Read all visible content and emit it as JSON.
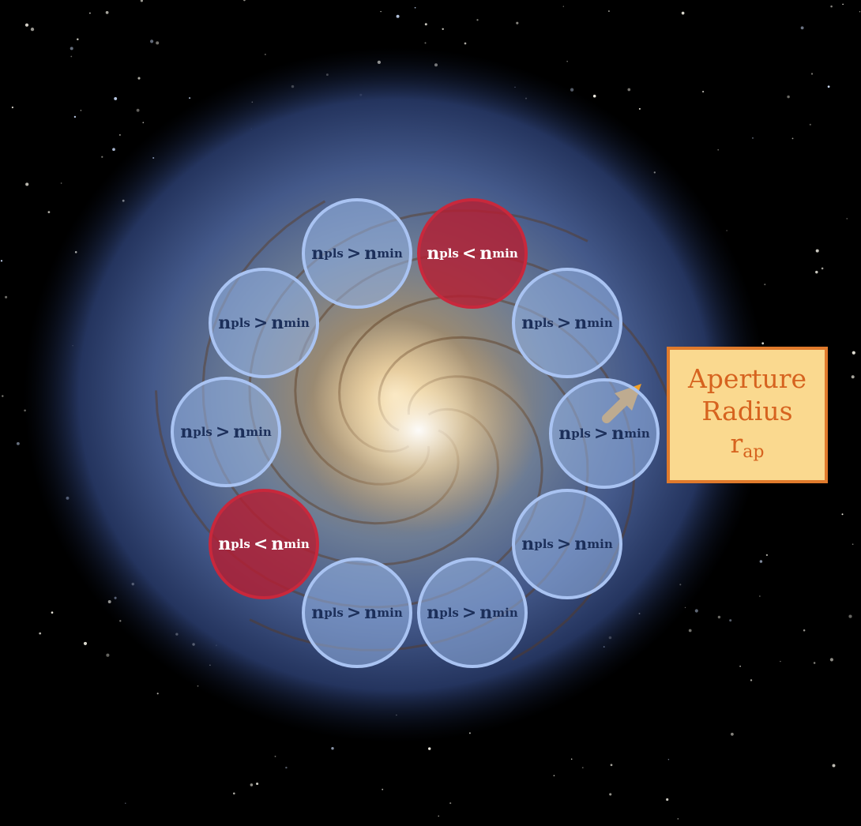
{
  "apertures": [
    {
      "id": "top-left",
      "var": "n",
      "sub": "pls",
      "op": ">",
      "ref": "n",
      "ref_sub": "min",
      "status": "pass"
    },
    {
      "id": "top-right",
      "var": "n",
      "sub": "pls",
      "op": "<",
      "ref": "n",
      "ref_sub": "min",
      "status": "fail"
    },
    {
      "id": "upper-left",
      "var": "n",
      "sub": "pls",
      "op": ">",
      "ref": "n",
      "ref_sub": "min",
      "status": "pass"
    },
    {
      "id": "upper-right",
      "var": "n",
      "sub": "pls",
      "op": ">",
      "ref": "n",
      "ref_sub": "min",
      "status": "pass"
    },
    {
      "id": "left",
      "var": "n",
      "sub": "pls",
      "op": ">",
      "ref": "n",
      "ref_sub": "min",
      "status": "pass"
    },
    {
      "id": "right",
      "var": "n",
      "sub": "pls",
      "op": ">",
      "ref": "n",
      "ref_sub": "min",
      "status": "pass"
    },
    {
      "id": "lower-left",
      "var": "n",
      "sub": "pls",
      "op": "<",
      "ref": "n",
      "ref_sub": "min",
      "status": "fail"
    },
    {
      "id": "lower-right",
      "var": "n",
      "sub": "pls",
      "op": ">",
      "ref": "n",
      "ref_sub": "min",
      "status": "pass"
    },
    {
      "id": "bottom-left",
      "var": "n",
      "sub": "pls",
      "op": ">",
      "ref": "n",
      "ref_sub": "min",
      "status": "pass"
    },
    {
      "id": "bottom-right",
      "var": "n",
      "sub": "pls",
      "op": ">",
      "ref": "n",
      "ref_sub": "min",
      "status": "pass"
    }
  ],
  "radius_label": {
    "line1": "Aperture",
    "line2": "Radius",
    "symbol": "r",
    "symbol_sub": "ap"
  },
  "colors": {
    "pass_fill": "#96b4e6",
    "pass_border": "#a9c3f2",
    "fail_fill": "#b41e32",
    "fail_border": "#c8283c",
    "label_box": "#fad98f",
    "label_border": "#e07a2c",
    "arrow": "#f0a028"
  }
}
